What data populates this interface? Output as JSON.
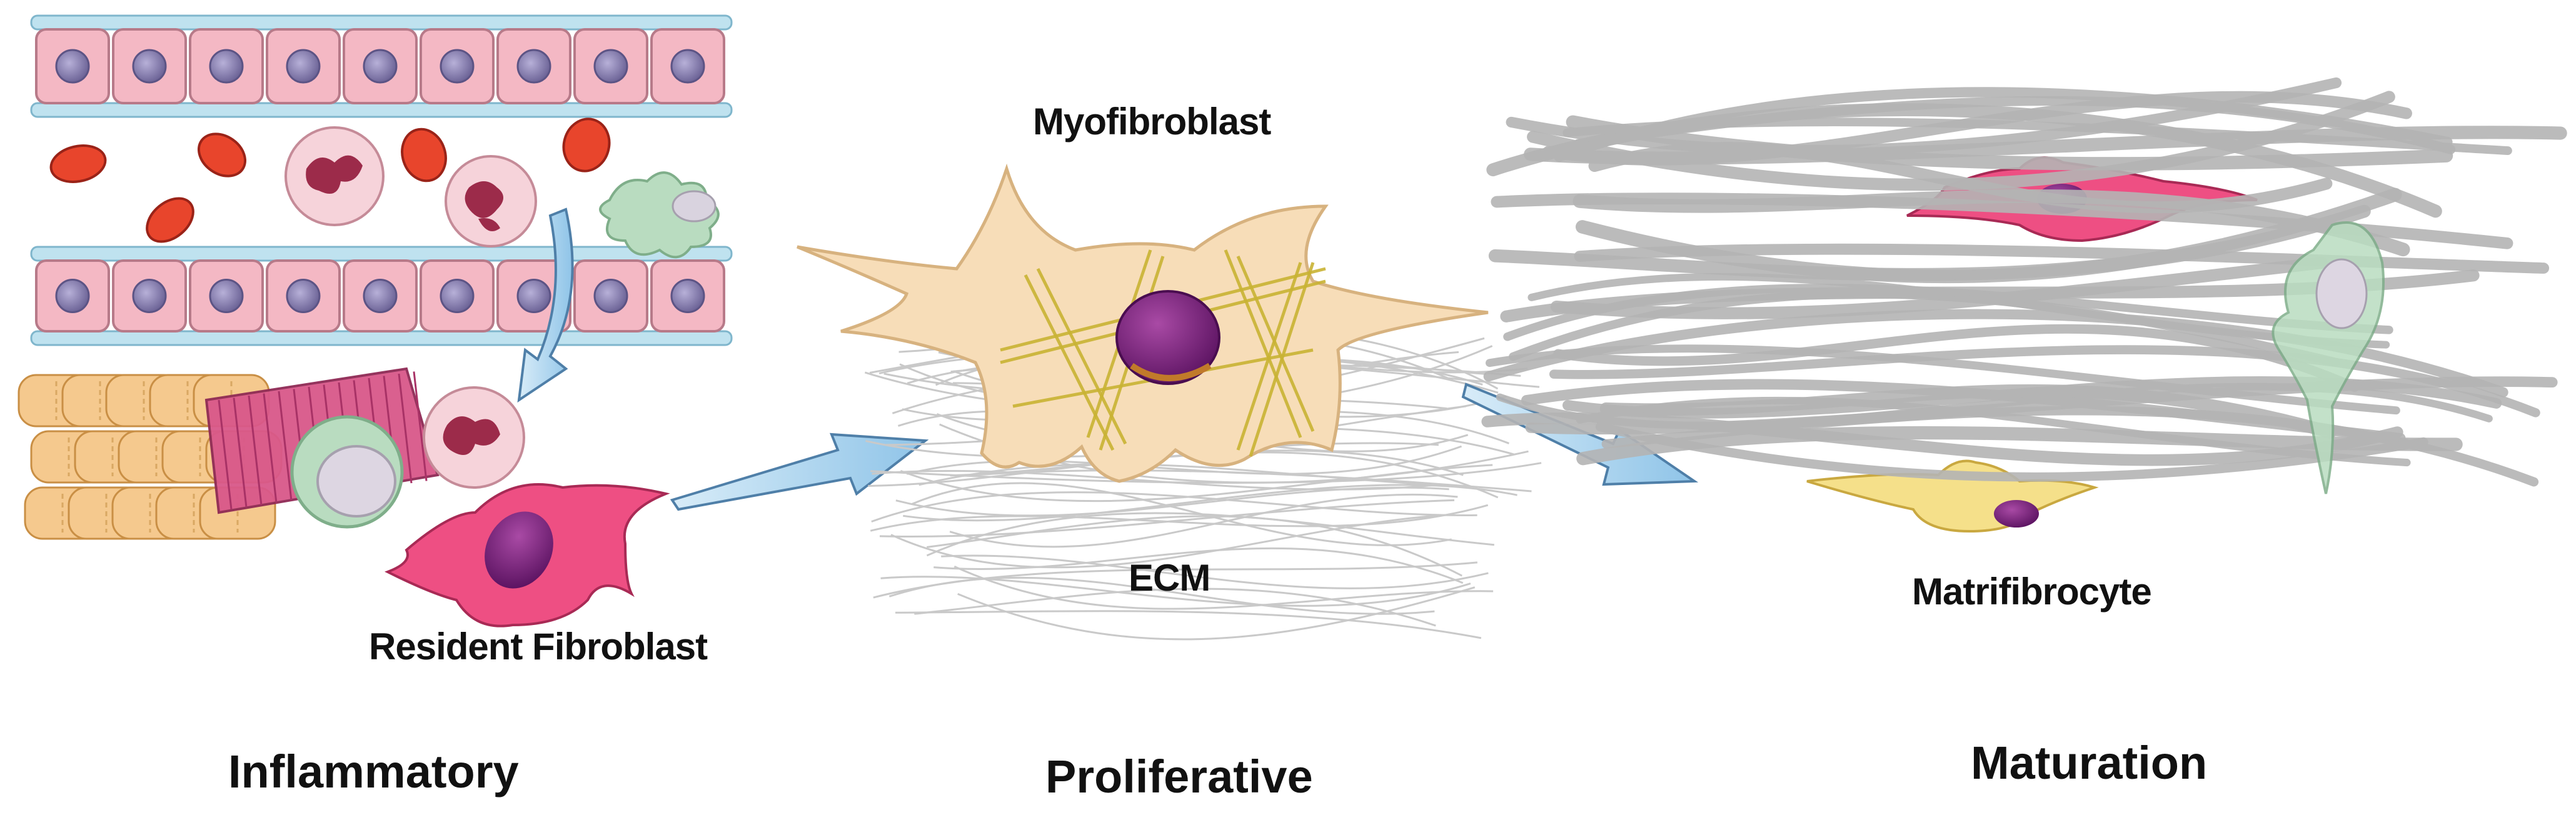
{
  "labels": {
    "myofibroblast": "Myofibroblast",
    "ecm": "ECM",
    "resident_fibroblast": "Resident Fibroblast",
    "matrifibrocyte": "Matrifibrocyte"
  },
  "stages": {
    "inflammatory": "Inflammatory",
    "proliferative": "Proliferative",
    "maturation": "Maturation"
  },
  "colors": {
    "endothelial": "#f4b8c4",
    "endothelial_nucleus": "#8e86b8",
    "vessel_wall": "#bfe2ef",
    "red_blood_cell": "#e8452c",
    "neutrophil": "#f6d3da",
    "neutrophil_nucleus": "#9c2b4a",
    "macrophage": "#b9dcc0",
    "myocyte": "#f5c98e",
    "myocyte_striated": "#d9588a",
    "resident_fibroblast": "#ee4f83",
    "fibroblast_nucleus": "#6b1e6e",
    "myofibroblast": "#f7ddb8",
    "stress_fibers": "#c9b334",
    "ecm_fibers": "#cccccc",
    "mature_collagen": "#b4b4b4",
    "matrifibrocyte": "#f5e08a",
    "arrow": "#a9d2ee"
  }
}
